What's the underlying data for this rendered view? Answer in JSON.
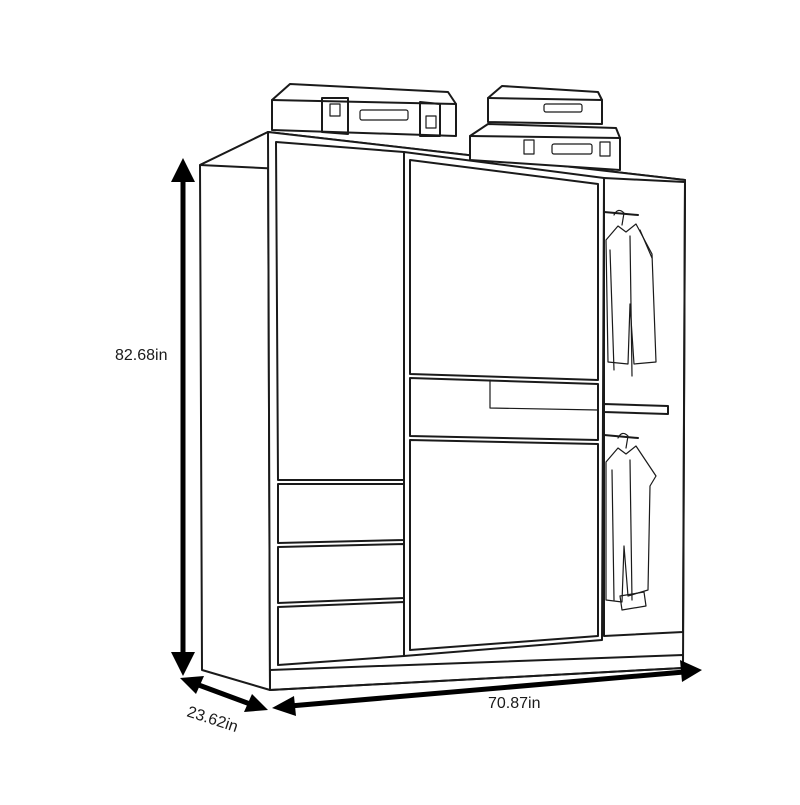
{
  "dimensions": {
    "height": "82.68in",
    "width": "70.87in",
    "depth": "23.62in"
  }
}
